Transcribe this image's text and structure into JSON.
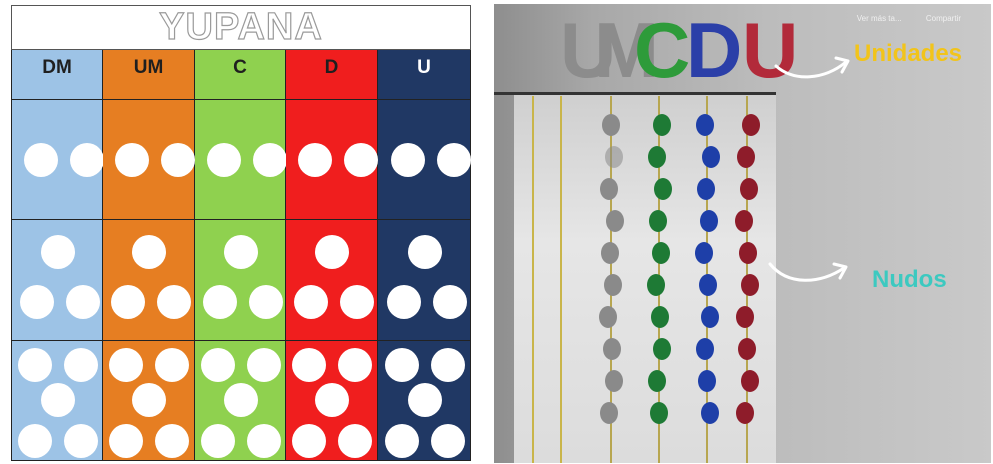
{
  "yupana": {
    "title": "YUPANA",
    "columns": [
      {
        "label": "DM",
        "color": "#9dc3e6",
        "text_color": "#1f1f1f"
      },
      {
        "label": "UM",
        "color": "#e67e22",
        "text_color": "#1f1f1f"
      },
      {
        "label": "C",
        "color": "#8fd14f",
        "text_color": "#1f1f1f"
      },
      {
        "label": "D",
        "color": "#f01e1e",
        "text_color": "#1f1f1f"
      },
      {
        "label": "U",
        "color": "#203864",
        "text_color": "#ffffff"
      }
    ]
  },
  "photo": {
    "letters": [
      {
        "char": "U",
        "color": "#8c8c8c"
      },
      {
        "char": "M",
        "color": "#8c8c8c"
      },
      {
        "char": "C",
        "color": "#2e9b3a"
      },
      {
        "char": "D",
        "color": "#2b3fa8"
      },
      {
        "char": "U",
        "color": "#b22a3a"
      }
    ],
    "menu": [
      "Ver más ta...",
      "Compartir"
    ],
    "label_unidades": "Unidades",
    "label_nudos": "Nudos",
    "label_unidades_color": "#f2c41a",
    "label_nudos_color": "#3cc9c0",
    "knot_colors": [
      "#8a8a8a",
      "#1e7a35",
      "#1e3fa8",
      "#8e1c2a"
    ]
  }
}
